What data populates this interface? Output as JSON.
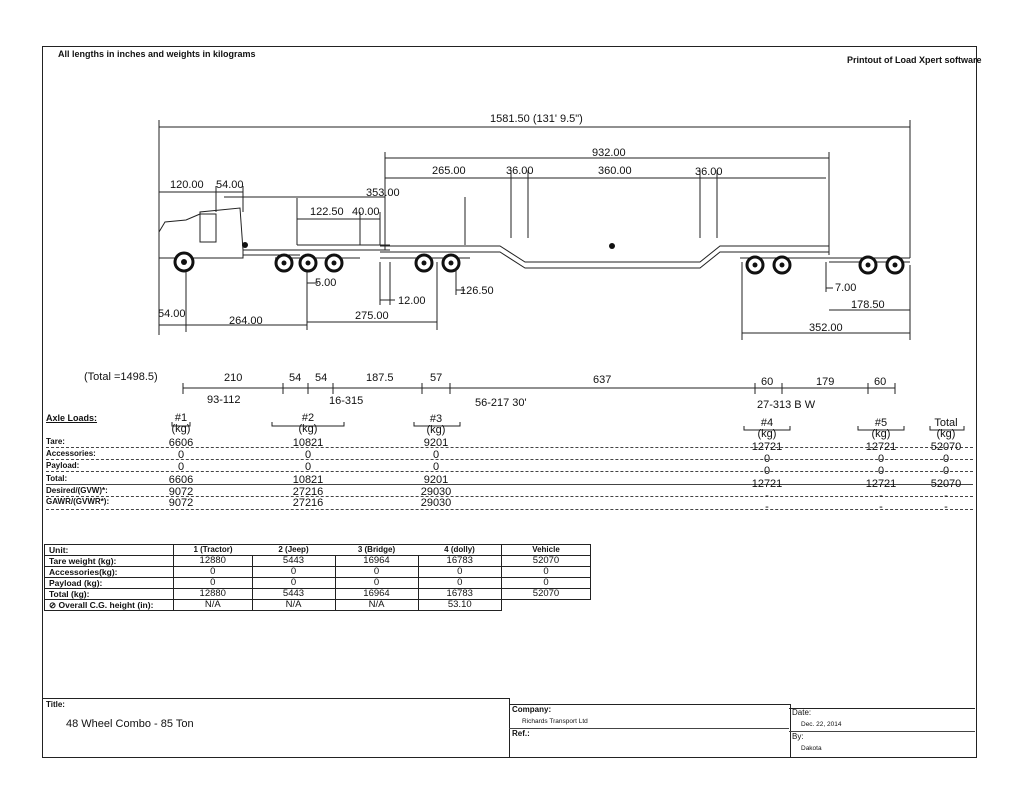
{
  "header": {
    "units_note": "All lengths in inches and weights in kilograms",
    "software_note": "Printout of Load Xpert software"
  },
  "diagram": {
    "dimensions": {
      "overall": "1581.50 (131' 9.5\")",
      "d932": "932.00",
      "d265": "265.00",
      "d36a": "36.00",
      "d360": "360.00",
      "d36b": "36.00",
      "d120": "120.00",
      "d54top": "54.00",
      "d353": "353.00",
      "d122": "122.50",
      "d40": "40.00",
      "d5": "5.00",
      "d12": "12.00",
      "d126": "126.50",
      "d7": "7.00",
      "d178": "178.50",
      "d54bot": "54.00",
      "d264": "264.00",
      "d275": "275.00",
      "d352": "352.00"
    }
  },
  "spacing": {
    "total": "(Total =1498.5)",
    "upper": [
      "210",
      "54",
      "54",
      "187.5",
      "57",
      "637",
      "60",
      "179",
      "60"
    ],
    "lower": [
      "93-112",
      "16-315",
      "56-217 30'",
      "27-313 B W"
    ]
  },
  "axle_table": {
    "title": "Axle Loads:",
    "groups": [
      {
        "name": "#1",
        "unit": "(kg)",
        "tare": "6606",
        "accessories": "0",
        "payload": "0",
        "total": "6606",
        "desired": "9072",
        "gawr": "9072"
      },
      {
        "name": "#2",
        "unit": "(kg)",
        "tare": "10821",
        "accessories": "0",
        "payload": "0",
        "total": "10821",
        "desired": "27216",
        "gawr": "27216"
      },
      {
        "name": "#3",
        "unit": "(kg)",
        "tare": "9201",
        "accessories": "0",
        "payload": "0",
        "total": "9201",
        "desired": "29030",
        "gawr": "29030"
      },
      {
        "name": "#4",
        "unit": "(kg)",
        "tare": "12721",
        "accessories": "0",
        "payload": "0",
        "total": "12721",
        "desired": "-",
        "gawr": "-"
      },
      {
        "name": "#5",
        "unit": "(kg)",
        "tare": "12721",
        "accessories": "0",
        "payload": "0",
        "total": "12721",
        "desired": "-",
        "gawr": "-"
      },
      {
        "name": "Total",
        "unit": "(kg)",
        "tare": "52070",
        "accessories": "0",
        "payload": "0",
        "total": "52070",
        "desired": "-",
        "gawr": "-"
      }
    ],
    "row_labels": {
      "tare": "Tare:",
      "accessories": "Accessories:",
      "payload": "Payload:",
      "total": "Total:",
      "desired": "Desired/(GVW)*:",
      "gawr": "GAWR/(GVWR*):"
    }
  },
  "unit_table": {
    "headers": [
      "Unit:",
      "1 (Tractor)",
      "2 (Jeep)",
      "3 (Bridge)",
      "4 (dolly)",
      "Vehicle"
    ],
    "rows": [
      {
        "label": "Tare weight (kg):",
        "values": [
          "12880",
          "5443",
          "16964",
          "16783",
          "52070"
        ]
      },
      {
        "label": "Accessories(kg):",
        "values": [
          "0",
          "0",
          "0",
          "0",
          "0"
        ]
      },
      {
        "label": "Payload (kg):",
        "values": [
          "0",
          "0",
          "0",
          "0",
          "0"
        ]
      },
      {
        "label": "Total (kg):",
        "values": [
          "12880",
          "5443",
          "16964",
          "16783",
          "52070"
        ]
      },
      {
        "label": "⊘ Overall C.G. height (in):",
        "values": [
          "N/A",
          "N/A",
          "N/A",
          "53.10",
          ""
        ]
      }
    ]
  },
  "footer": {
    "title_label": "Title:",
    "title_value": "48 Wheel Combo - 85 Ton",
    "company_label": "Company:",
    "company_value": "Richards Transport Ltd",
    "ref_label": "Ref.:",
    "date_label": "Date:",
    "date_value": "Dec. 22, 2014",
    "by_label": "By:",
    "by_value": "Dakota"
  }
}
